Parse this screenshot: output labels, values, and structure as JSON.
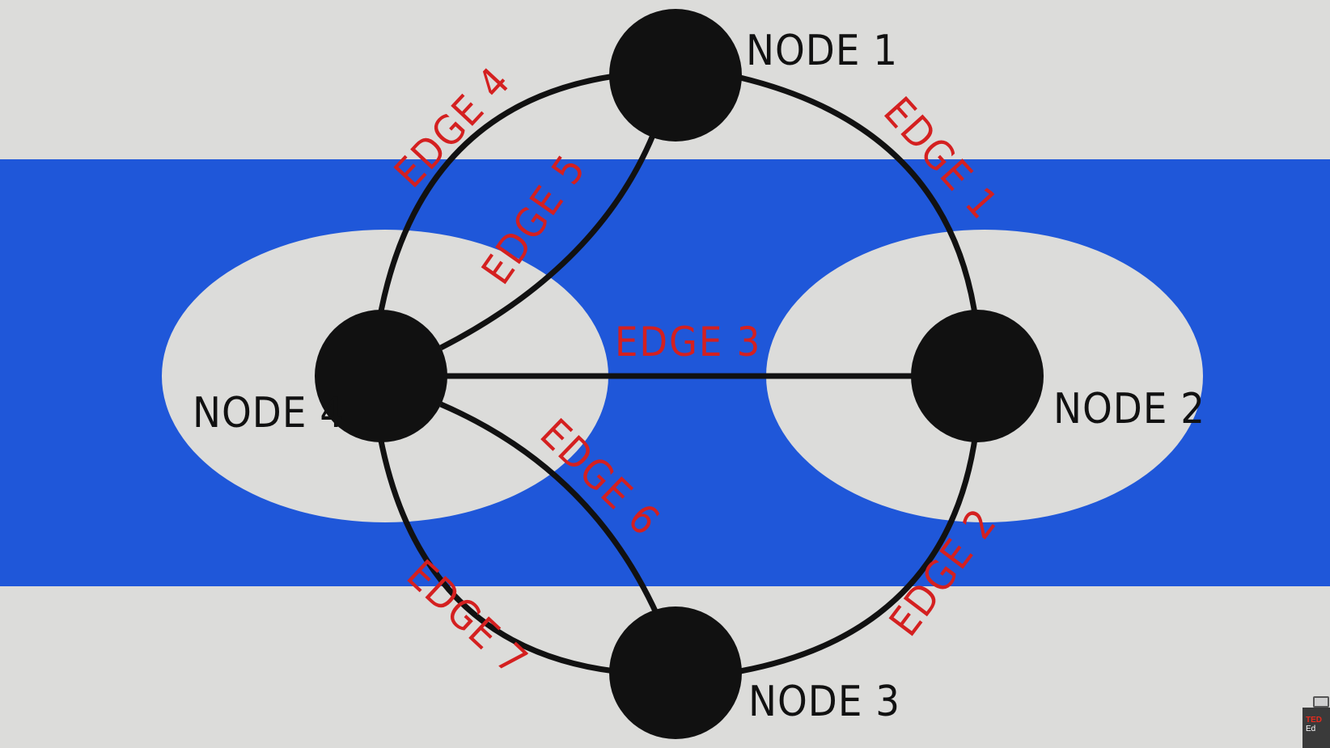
{
  "colors": {
    "background": "#dcdcda",
    "band": "#1f57d9",
    "ellipse": "#dcdcda",
    "node": "#111111",
    "edge_line": "#111111",
    "edge_label": "#d42020"
  },
  "nodes": [
    {
      "id": "n1",
      "label": "NODE 1"
    },
    {
      "id": "n2",
      "label": "NODE 2"
    },
    {
      "id": "n3",
      "label": "NODE 3"
    },
    {
      "id": "n4",
      "label": "NODE 4"
    }
  ],
  "edges": [
    {
      "id": "e1",
      "label": "EDGE 1",
      "from": "n1",
      "to": "n2"
    },
    {
      "id": "e2",
      "label": "EDGE 2",
      "from": "n2",
      "to": "n3"
    },
    {
      "id": "e3",
      "label": "EDGE 3",
      "from": "n4",
      "to": "n2"
    },
    {
      "id": "e4",
      "label": "EDGE 4",
      "from": "n4",
      "to": "n1"
    },
    {
      "id": "e5",
      "label": "EDGE 5",
      "from": "n4",
      "to": "n1"
    },
    {
      "id": "e6",
      "label": "EDGE 6",
      "from": "n4",
      "to": "n3"
    },
    {
      "id": "e7",
      "label": "EDGE 7",
      "from": "n4",
      "to": "n3"
    }
  ],
  "logo": {
    "line1": "TED",
    "line2": "Ed"
  }
}
